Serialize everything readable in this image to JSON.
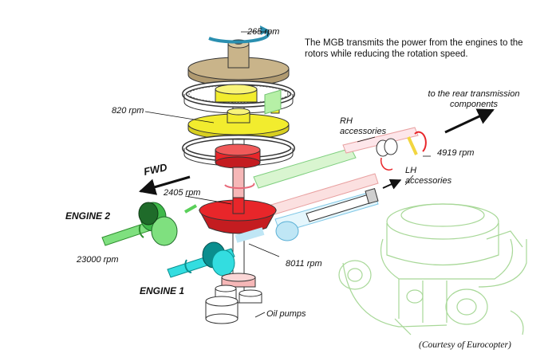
{
  "description": "The MGB transmits the power from the engines to the rotors while reducing the rotation speed.",
  "labels": {
    "rpm_265": "265 rpm",
    "rpm_820": "820 rpm",
    "rpm_2405": "2405 rpm",
    "rpm_23000": "23000 rpm",
    "rpm_8011": "8011 rpm",
    "rpm_4919": "4919 rpm",
    "fwd": "FWD",
    "engine2": "ENGINE 2",
    "engine1": "ENGINE 1",
    "oil_pumps": "Oil pumps",
    "rh_accessories": "RH accessories",
    "lh_accessories": "LH accessories",
    "rear_transmission": "to the rear transmission components"
  },
  "credit": "(Courtesy of Eurocopter)",
  "colors": {
    "tan": "#c9b48a",
    "yellow": "#f2ec2e",
    "red": "#e8262a",
    "green": "#7fe07f",
    "cyan": "#33dde0",
    "pink": "#f6b7b7",
    "lightblue": "#bfe6f5",
    "gearbox_green": "#a8d898",
    "dark_green": "#1f6b2a",
    "teal": "#0a8e8e"
  }
}
